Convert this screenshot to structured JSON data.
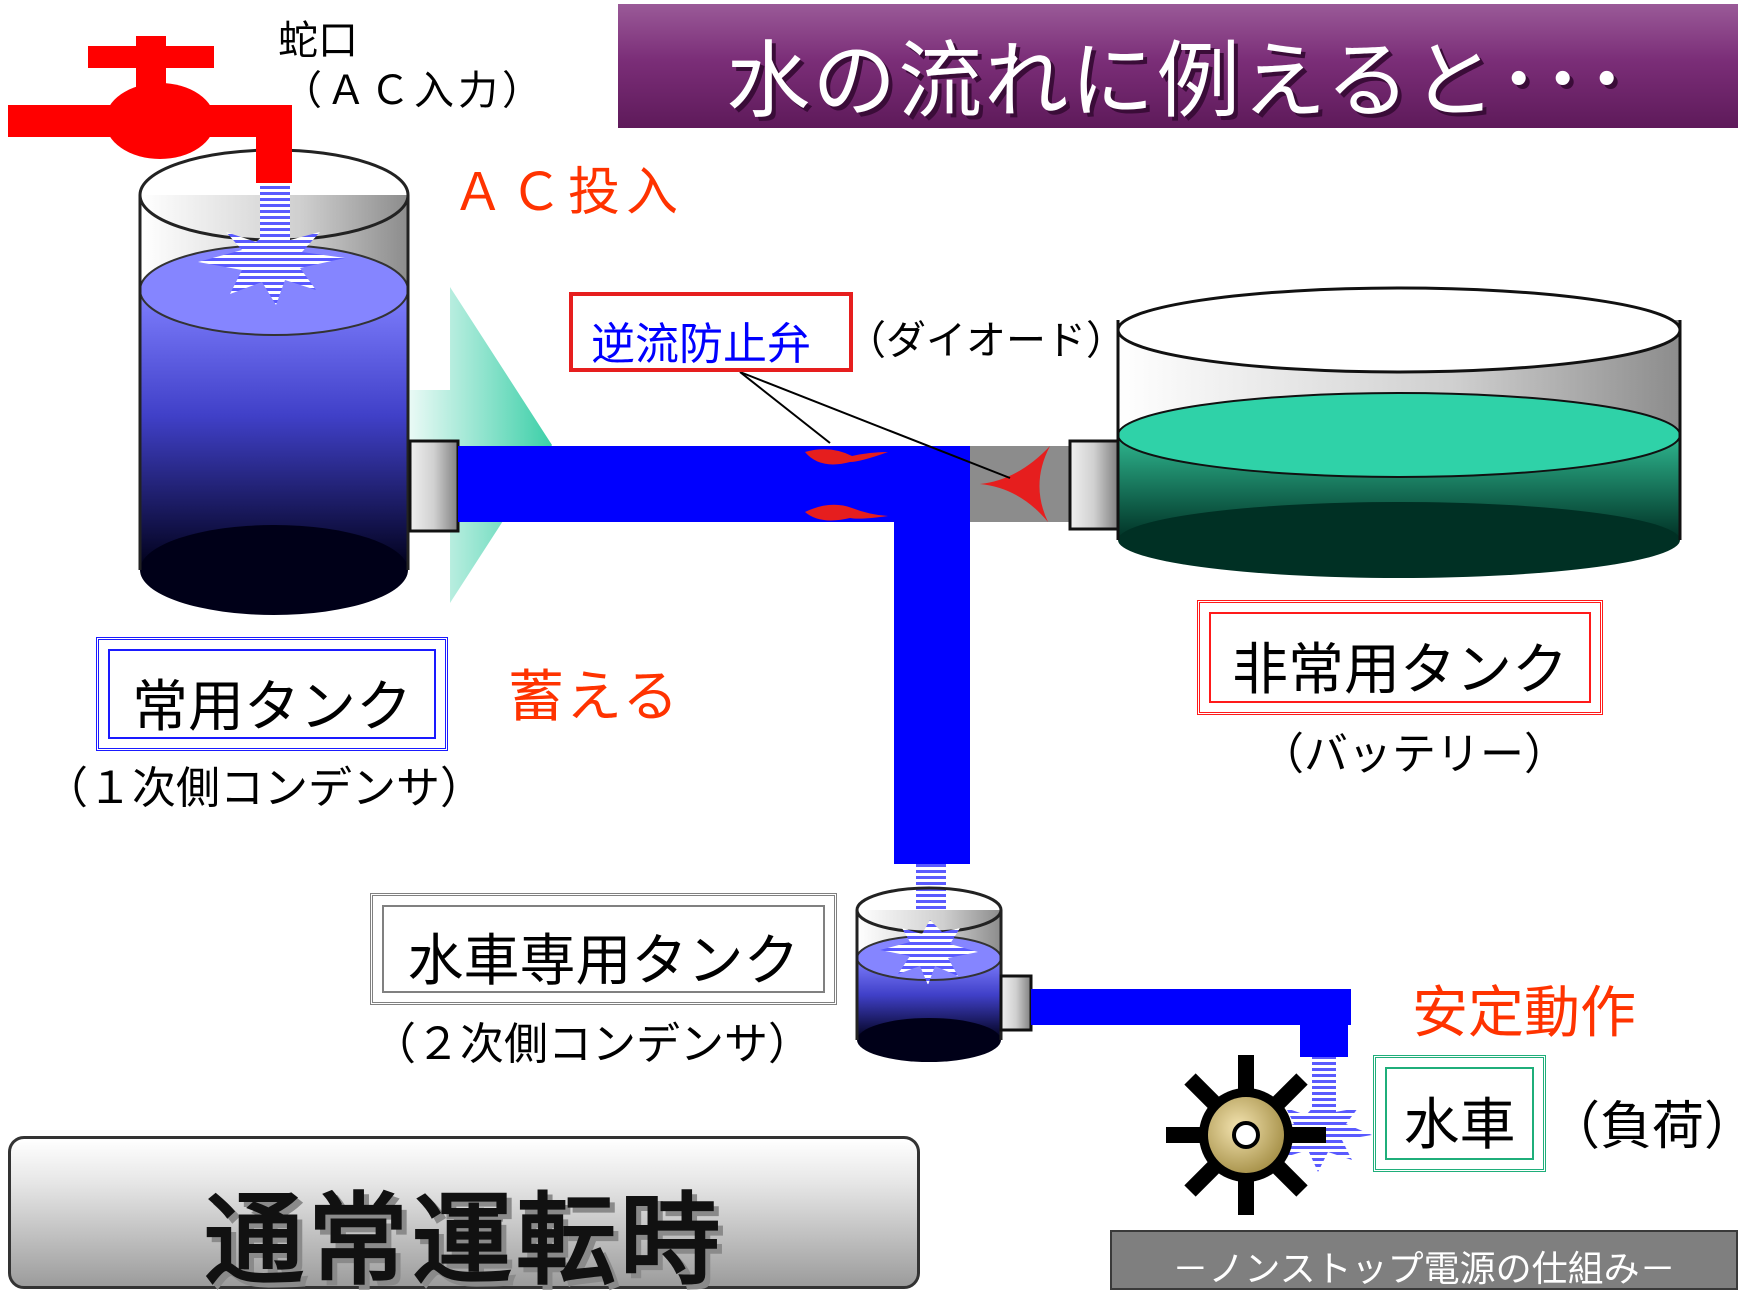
{
  "title": "水の流れに例えると･･･",
  "faucet": {
    "label": "蛇口",
    "sublabel": "（ＡＣ入力）"
  },
  "ac_in_label": "ＡＣ投入",
  "store_label": "蓄える",
  "primary_tank": {
    "label": "常用タンク",
    "sublabel": "（１次側コンデンサ）"
  },
  "check_valve": {
    "label": "逆流防止弁",
    "sublabel": "（ダイオード）"
  },
  "emergency_tank": {
    "label": "非常用タンク",
    "sublabel": "（バッテリー）"
  },
  "waterwheel_tank": {
    "label": "水車専用タンク",
    "sublabel": "（２次側コンデンサ）"
  },
  "stable_label": "安定動作",
  "waterwheel": {
    "label": "水車",
    "sublabel": "（負荷）"
  },
  "mode_label": "通常運転時",
  "footer": "－ノンストップ電源の仕組み－",
  "colors": {
    "pipe": "#0000ff",
    "faucet": "#ff0000",
    "valve": "#e61e1e",
    "accent_red": "#ff3300",
    "title_bg": "#7b2e78",
    "battery_water": "#2fd2a8"
  }
}
